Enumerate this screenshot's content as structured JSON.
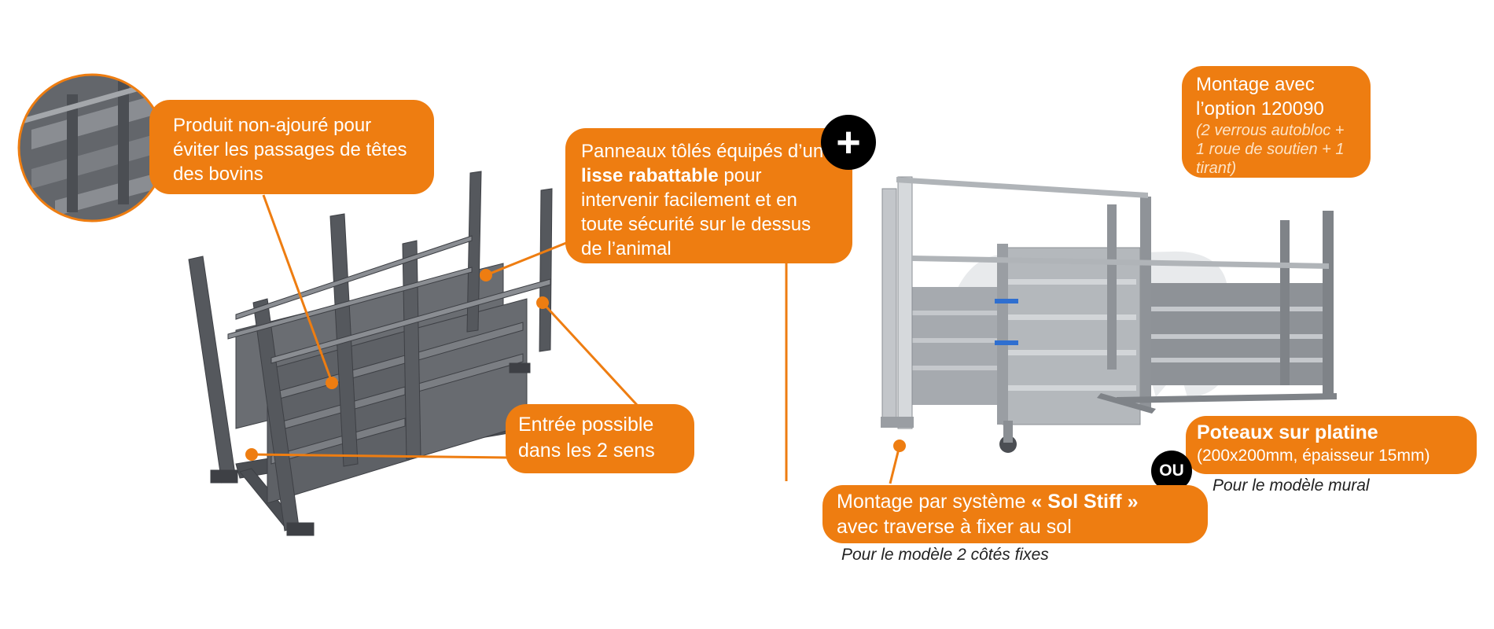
{
  "callouts": {
    "non_ajoure": "Produit non-ajouré pour éviter les passages de têtes des bovins",
    "panneaux_prefix": "Panneaux tôlés équipés d’une ",
    "panneaux_bold": "lisse rabattable",
    "panneaux_suffix": " pour intervenir facilement et en toute sécurité sur le dessus de l’animal",
    "entree": "Entrée possible dans les 2 sens",
    "montage_option_title": "Montage avec l’option 120090",
    "montage_option_detail": "(2 verrous autobloc + 1 roue de soutien + 1 tirant)",
    "poteaux_title": "Poteaux sur platine",
    "poteaux_detail": "(200x200mm, épaisseur 15mm)",
    "sol_stiff_prefix": "Montage par système ",
    "sol_stiff_bold": "« Sol Stiff »",
    "sol_stiff_suffix": "avec traverse à fixer au sol"
  },
  "notes": {
    "mural": "Pour le modèle mural",
    "deux_cotes": "Pour le modèle 2 côtés fixes"
  },
  "badges": {
    "plus": "+",
    "ou": "OU"
  },
  "colors": {
    "accent": "#ee7d11",
    "frame_dark": "#5a5d62",
    "frame_light": "#b9bdc2"
  }
}
